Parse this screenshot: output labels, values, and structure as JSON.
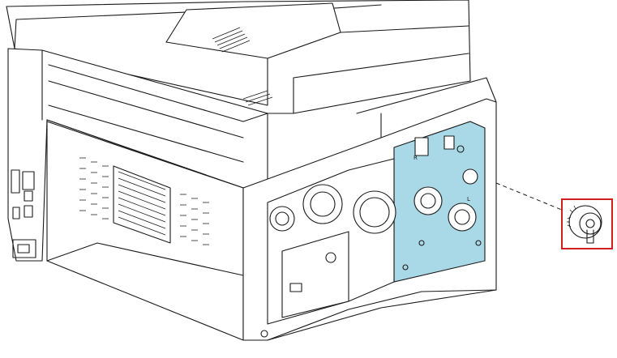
{
  "diagram": {
    "plate_labels": [
      "R",
      "L"
    ]
  },
  "colors": {
    "line": "#1a1a1a",
    "highlight_plate": "#a9d8e6",
    "callout_box": "#d01f1f",
    "background": "#ffffff"
  },
  "icons": {
    "callout_part": "gear-icon",
    "leader": "dashed-leader-line"
  }
}
